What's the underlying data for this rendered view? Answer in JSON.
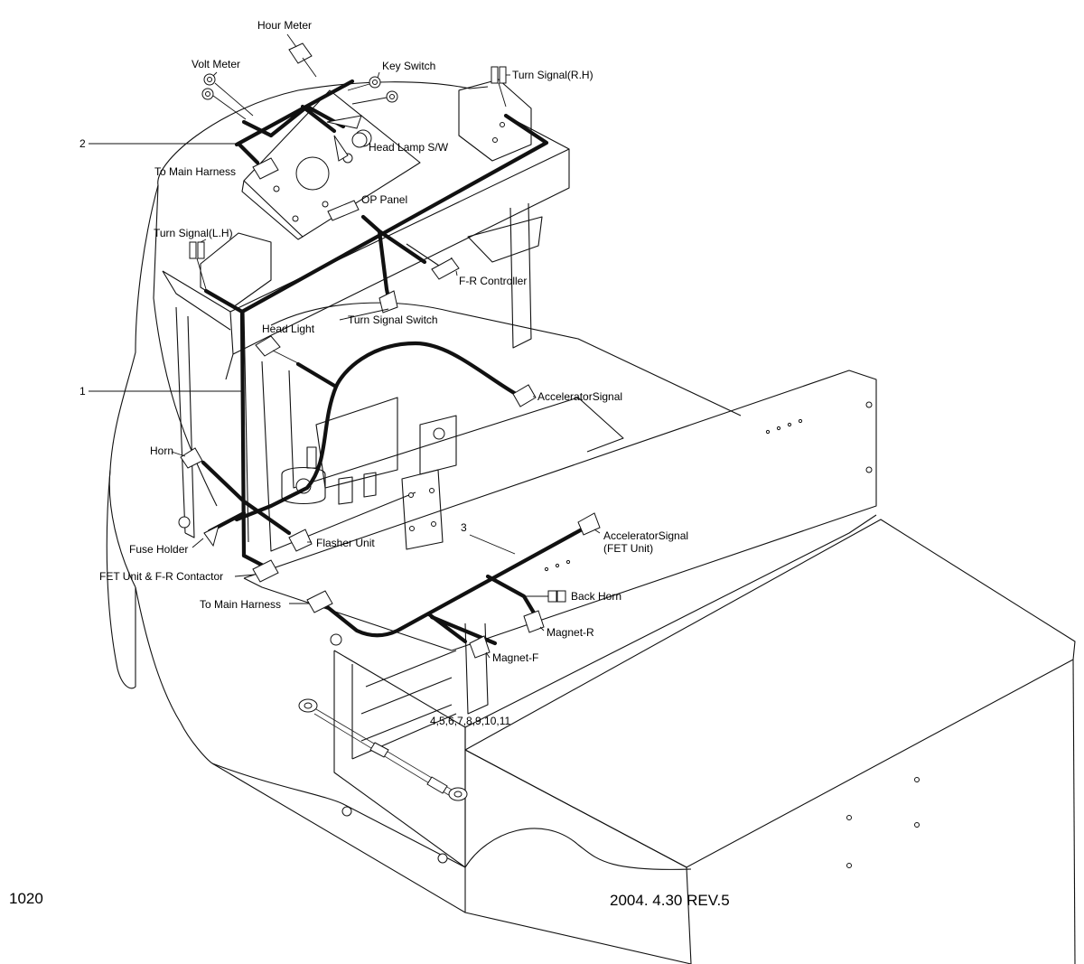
{
  "labels": {
    "hour_meter": "Hour Meter",
    "volt_meter": "Volt Meter",
    "key_switch": "Key Switch",
    "turn_signal_rh": "Turn Signal(R.H)",
    "callout_2": "2",
    "head_lamp_sw": "Head Lamp S/W",
    "to_main_harness_top": "To Main Harness",
    "op_panel": "OP Panel",
    "turn_signal_lh": "Turn Signal(L.H)",
    "f_r_controller": "F-R Controller",
    "turn_signal_switch": "Turn Signal Switch",
    "head_light": "Head Light",
    "accelerator_signal": "AcceleratorSignal",
    "callout_1": "1",
    "horn": "Horn",
    "callout_3": "3",
    "accelerator_signal_fet": "AcceleratorSignal",
    "fet_unit_paren": "(FET Unit)",
    "fuse_holder": "Fuse Holder",
    "flasher_unit": "Flasher Unit",
    "fet_unit_fr_contactor": "FET Unit & F-R Contactor",
    "back_horn": "Back Horn",
    "to_main_harness_bottom": "To Main Harness",
    "magnet_r": "Magnet-R",
    "magnet_f": "Magnet-F",
    "callout_parts": "4,5,6,7,8,9,10,11"
  },
  "footer": {
    "page_number": "1020",
    "revision": "2004. 4.30 REV.5"
  }
}
